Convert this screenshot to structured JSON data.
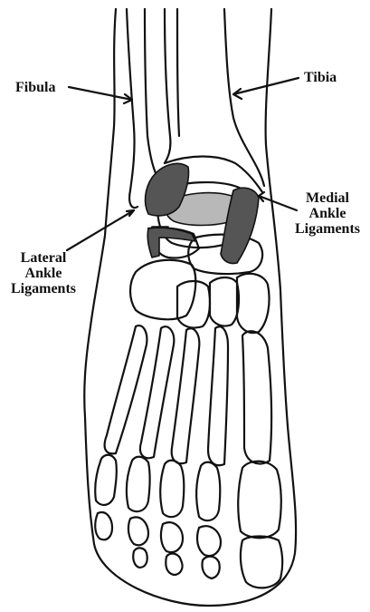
{
  "labels": {
    "fibula": "Fibula",
    "tibia": "Tibia",
    "medial": [
      "Medial",
      "Ankle",
      "Ligaments"
    ],
    "lateral": [
      "Lateral",
      "Ankle",
      "Ligaments"
    ]
  },
  "colors": {
    "ink": "#111111",
    "ligament": "#555555",
    "cartilage": "#b8b8b8",
    "background": "#ffffff"
  }
}
